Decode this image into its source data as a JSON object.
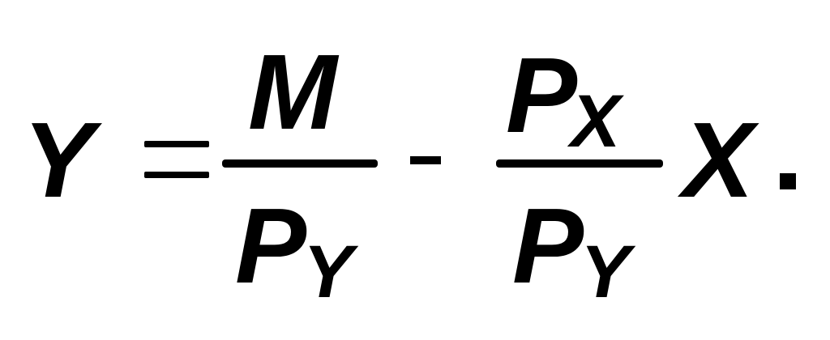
{
  "formula": {
    "lhs": "Y",
    "equals": "=",
    "frac1": {
      "numerator": "M",
      "denominator_base": "P",
      "denominator_sub": "Y"
    },
    "minus": "-",
    "frac2": {
      "numerator_base": "P",
      "numerator_sub": "X",
      "denominator_base": "P",
      "denominator_sub": "Y"
    },
    "multiplier": "X",
    "period": "."
  },
  "colors": {
    "ink": "#000000",
    "background": "#ffffff"
  }
}
